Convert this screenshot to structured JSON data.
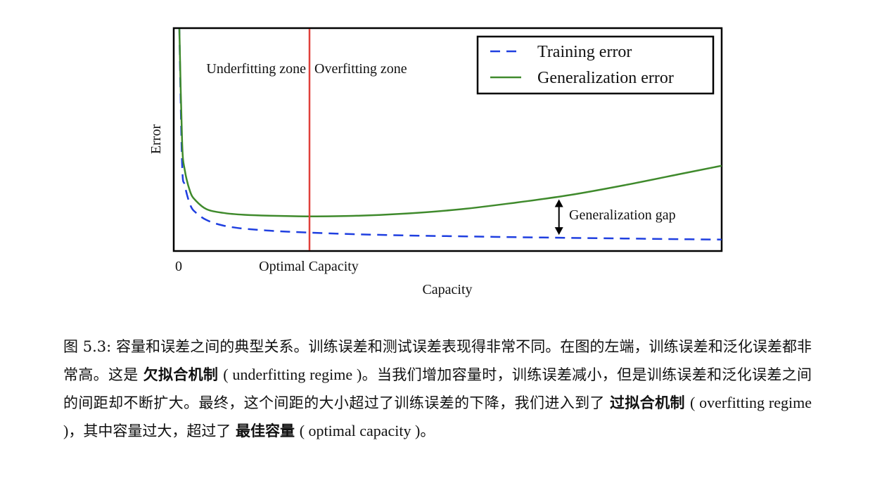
{
  "chart_data": {
    "type": "line",
    "xlabel": "Capacity",
    "ylabel": "Error",
    "x_tick_labels": [
      "0",
      "Optimal Capacity"
    ],
    "zones": [
      "Underfitting zone",
      "Overfitting zone"
    ],
    "optimal_capacity_x": 0.24,
    "xlim": [
      0,
      1
    ],
    "ylim": [
      0,
      1
    ],
    "grid": false,
    "legend_position": "top-right",
    "series": [
      {
        "name": "Training error",
        "style": "dashed",
        "color": "#1f3fe0",
        "x": [
          0.0,
          0.005,
          0.01,
          0.02,
          0.03,
          0.05,
          0.08,
          0.12,
          0.18,
          0.24,
          0.32,
          0.42,
          0.52,
          0.62,
          0.72,
          0.82,
          0.92,
          1.0
        ],
        "y": [
          1.0,
          0.38,
          0.28,
          0.19,
          0.155,
          0.12,
          0.095,
          0.08,
          0.069,
          0.062,
          0.055,
          0.049,
          0.045,
          0.041,
          0.038,
          0.035,
          0.032,
          0.03
        ]
      },
      {
        "name": "Generalization error",
        "style": "solid",
        "color": "#3f8a2c",
        "x": [
          0.0,
          0.005,
          0.01,
          0.02,
          0.03,
          0.05,
          0.08,
          0.12,
          0.18,
          0.24,
          0.32,
          0.42,
          0.52,
          0.62,
          0.72,
          0.82,
          0.92,
          1.0
        ],
        "y": [
          1.0,
          0.48,
          0.35,
          0.25,
          0.21,
          0.17,
          0.153,
          0.144,
          0.139,
          0.137,
          0.139,
          0.15,
          0.17,
          0.2,
          0.235,
          0.28,
          0.33,
          0.37
        ]
      }
    ],
    "annotations": [
      {
        "text": "Generalization gap",
        "arrow": "double",
        "x": 0.7
      }
    ],
    "line_colors": {
      "optimal_line": "#e0403a",
      "frame": "#000000"
    }
  },
  "caption": {
    "prefix": "图 5.3: 容量和误差之间的典型关系。训练误差和测试误差表现得非常不同。在图的左端，训练误差和泛化误差都非常高。这是",
    "term1": "欠拟合机制",
    "term1_en": "( underfitting regime )",
    "mid1": "。当我们增加容量时，训练误差减小，但是训练误差和泛化误差之间的间距却不断扩大。最终，这个间距的大小超过了训练误差的下降，我们进入到了",
    "term2": "过拟合机制",
    "term2_en": "( overfitting regime )",
    "mid2": "，其中容量过大，超过了",
    "term3": "最佳容量",
    "term3_en": "( optimal capacity )",
    "suffix": "。"
  }
}
